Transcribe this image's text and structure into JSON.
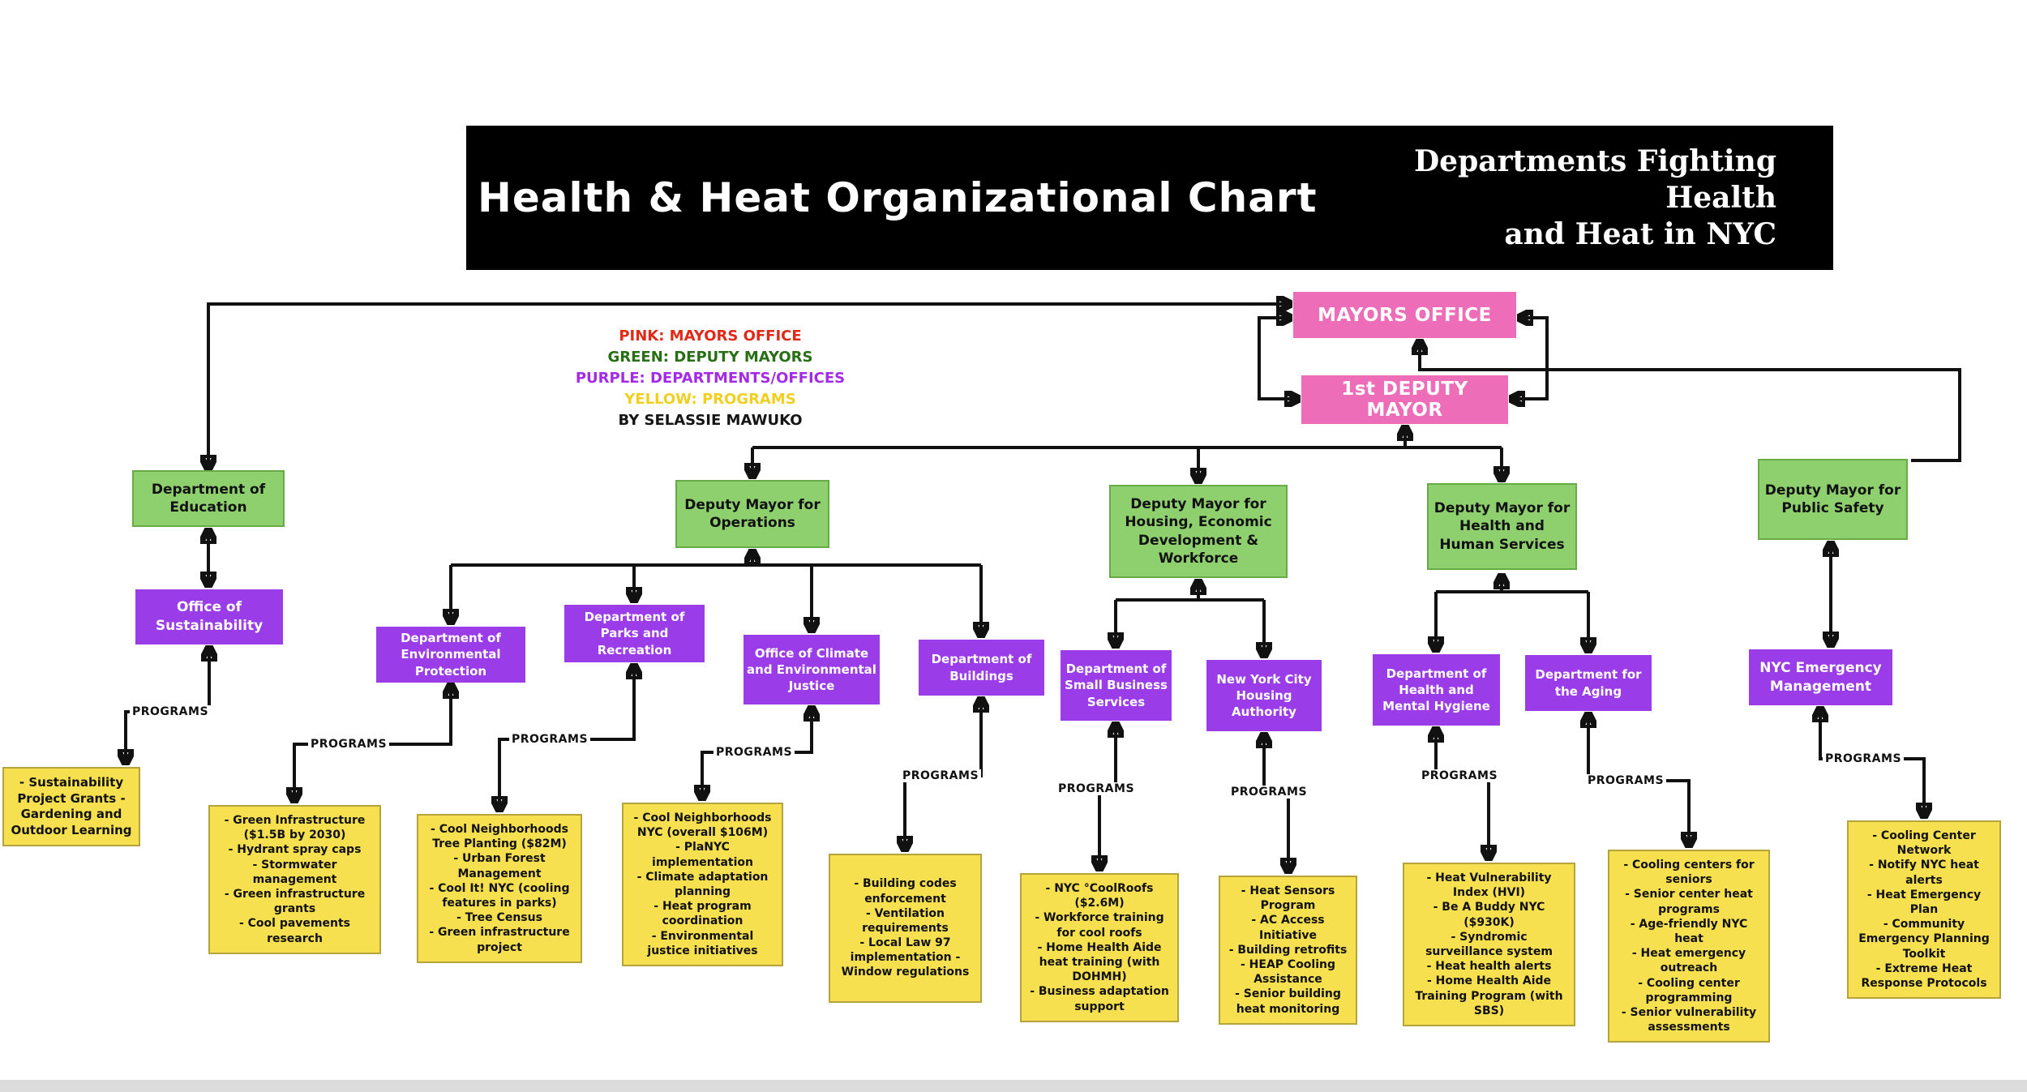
{
  "title_bar": {
    "title": "Health & Heat Organizational Chart",
    "subtitle_line1": "Departments Fighting Health",
    "subtitle_line2": "and Heat in NYC"
  },
  "legend": {
    "items": [
      {
        "text": "PINK: MAYORS OFFICE",
        "color": "#e02a17"
      },
      {
        "text": "GREEN: DEPUTY MAYORS",
        "color": "#276e15"
      },
      {
        "text": "PURPLE: DEPARTMENTS/OFFICES",
        "color": "#a32be8"
      },
      {
        "text": "YELLOW: PROGRAMS",
        "color": "#f2cf1f"
      },
      {
        "text": "BY SELASSIE MAWUKO",
        "color": "#151515"
      }
    ]
  },
  "colors": {
    "mayors_office": "#ee6db8",
    "deputy_mayors": "#8fd06e",
    "departments_offices": "#9a3de8",
    "programs": "#f6e04f",
    "arrows": "#111111",
    "title_bar_bg": "#000000"
  },
  "programs_label": "PROGRAMS",
  "nodes": {
    "mayors_office": {
      "label": "MAYORS OFFICE"
    },
    "first_deputy_mayor": {
      "label": "1st DEPUTY MAYOR"
    },
    "education": {
      "label": "Department of Education"
    },
    "operations": {
      "label": "Deputy Mayor for Operations"
    },
    "housing": {
      "label": "Deputy Mayor for Housing, Economic Development & Workforce"
    },
    "hhs": {
      "label": "Deputy Mayor for Health and Human Services"
    },
    "public_safety": {
      "label": "Deputy Mayor for Public Safety"
    },
    "sustainability": {
      "label": "Office of Sustainability"
    },
    "dep": {
      "label": "Department of Environmental Protection"
    },
    "parks": {
      "label": "Department of Parks and Recreation"
    },
    "climate": {
      "label": "Office of Climate and Environmental Justice"
    },
    "buildings": {
      "label": "Department of Buildings"
    },
    "sbs": {
      "label": "Department of Small Business Services"
    },
    "nycha": {
      "label": "New York City Housing Authority"
    },
    "dohmh": {
      "label": "Department of Health and Mental Hygiene"
    },
    "aging": {
      "label": "Department for the Aging"
    },
    "nycem": {
      "label": "NYC Emergency Management"
    }
  },
  "programs": {
    "sustainability": {
      "lines": [
        "- Sustainability Project Grants - Gardening and Outdoor Learning"
      ]
    },
    "dep": {
      "lines": [
        "- Green Infrastructure ($1.5B by 2030)",
        "- Hydrant spray caps",
        "- Stormwater management",
        "- Green infrastructure grants",
        "- Cool pavements research"
      ]
    },
    "parks": {
      "lines": [
        "- Cool Neighborhoods Tree Planting ($82M)",
        "- Urban Forest Management",
        "- Cool It! NYC (cooling features in parks)",
        "- Tree Census",
        "- Green infrastructure project"
      ]
    },
    "climate": {
      "lines": [
        "- Cool Neighborhoods NYC (overall $106M)",
        "- PlaNYC implementation",
        "- Climate adaptation planning",
        "- Heat program coordination",
        "- Environmental justice initiatives"
      ]
    },
    "buildings": {
      "lines": [
        "- Building codes enforcement",
        "- Ventilation requirements",
        "- Local Law 97 implementation  - Window regulations"
      ]
    },
    "sbs": {
      "lines": [
        "- NYC °CoolRoofs ($2.6M)",
        "- Workforce training for cool roofs",
        "- Home Health Aide heat training (with DOHMH)",
        "- Business adaptation support"
      ]
    },
    "nycha": {
      "lines": [
        "- Heat Sensors Program",
        "- AC Access Initiative",
        "- Building retrofits",
        "- HEAP Cooling Assistance",
        "- Senior building heat monitoring"
      ]
    },
    "dohmh": {
      "lines": [
        "- Heat Vulnerability Index (HVI)",
        "- Be A Buddy NYC ($930K)",
        "- Syndromic surveillance system",
        "- Heat health alerts",
        "- Home Health Aide Training Program (with SBS)"
      ]
    },
    "aging": {
      "lines": [
        "- Cooling centers for seniors",
        "- Senior center heat programs",
        "- Age-friendly NYC heat",
        "- Heat emergency outreach",
        "- Cooling center programming",
        "- Senior vulnerability assessments"
      ]
    },
    "nycem": {
      "lines": [
        "- Cooling Center Network",
        "- Notify NYC heat alerts",
        "- Heat Emergency Plan",
        "- Community Emergency Planning Toolkit",
        "- Extreme Heat Response Protocols"
      ]
    }
  }
}
